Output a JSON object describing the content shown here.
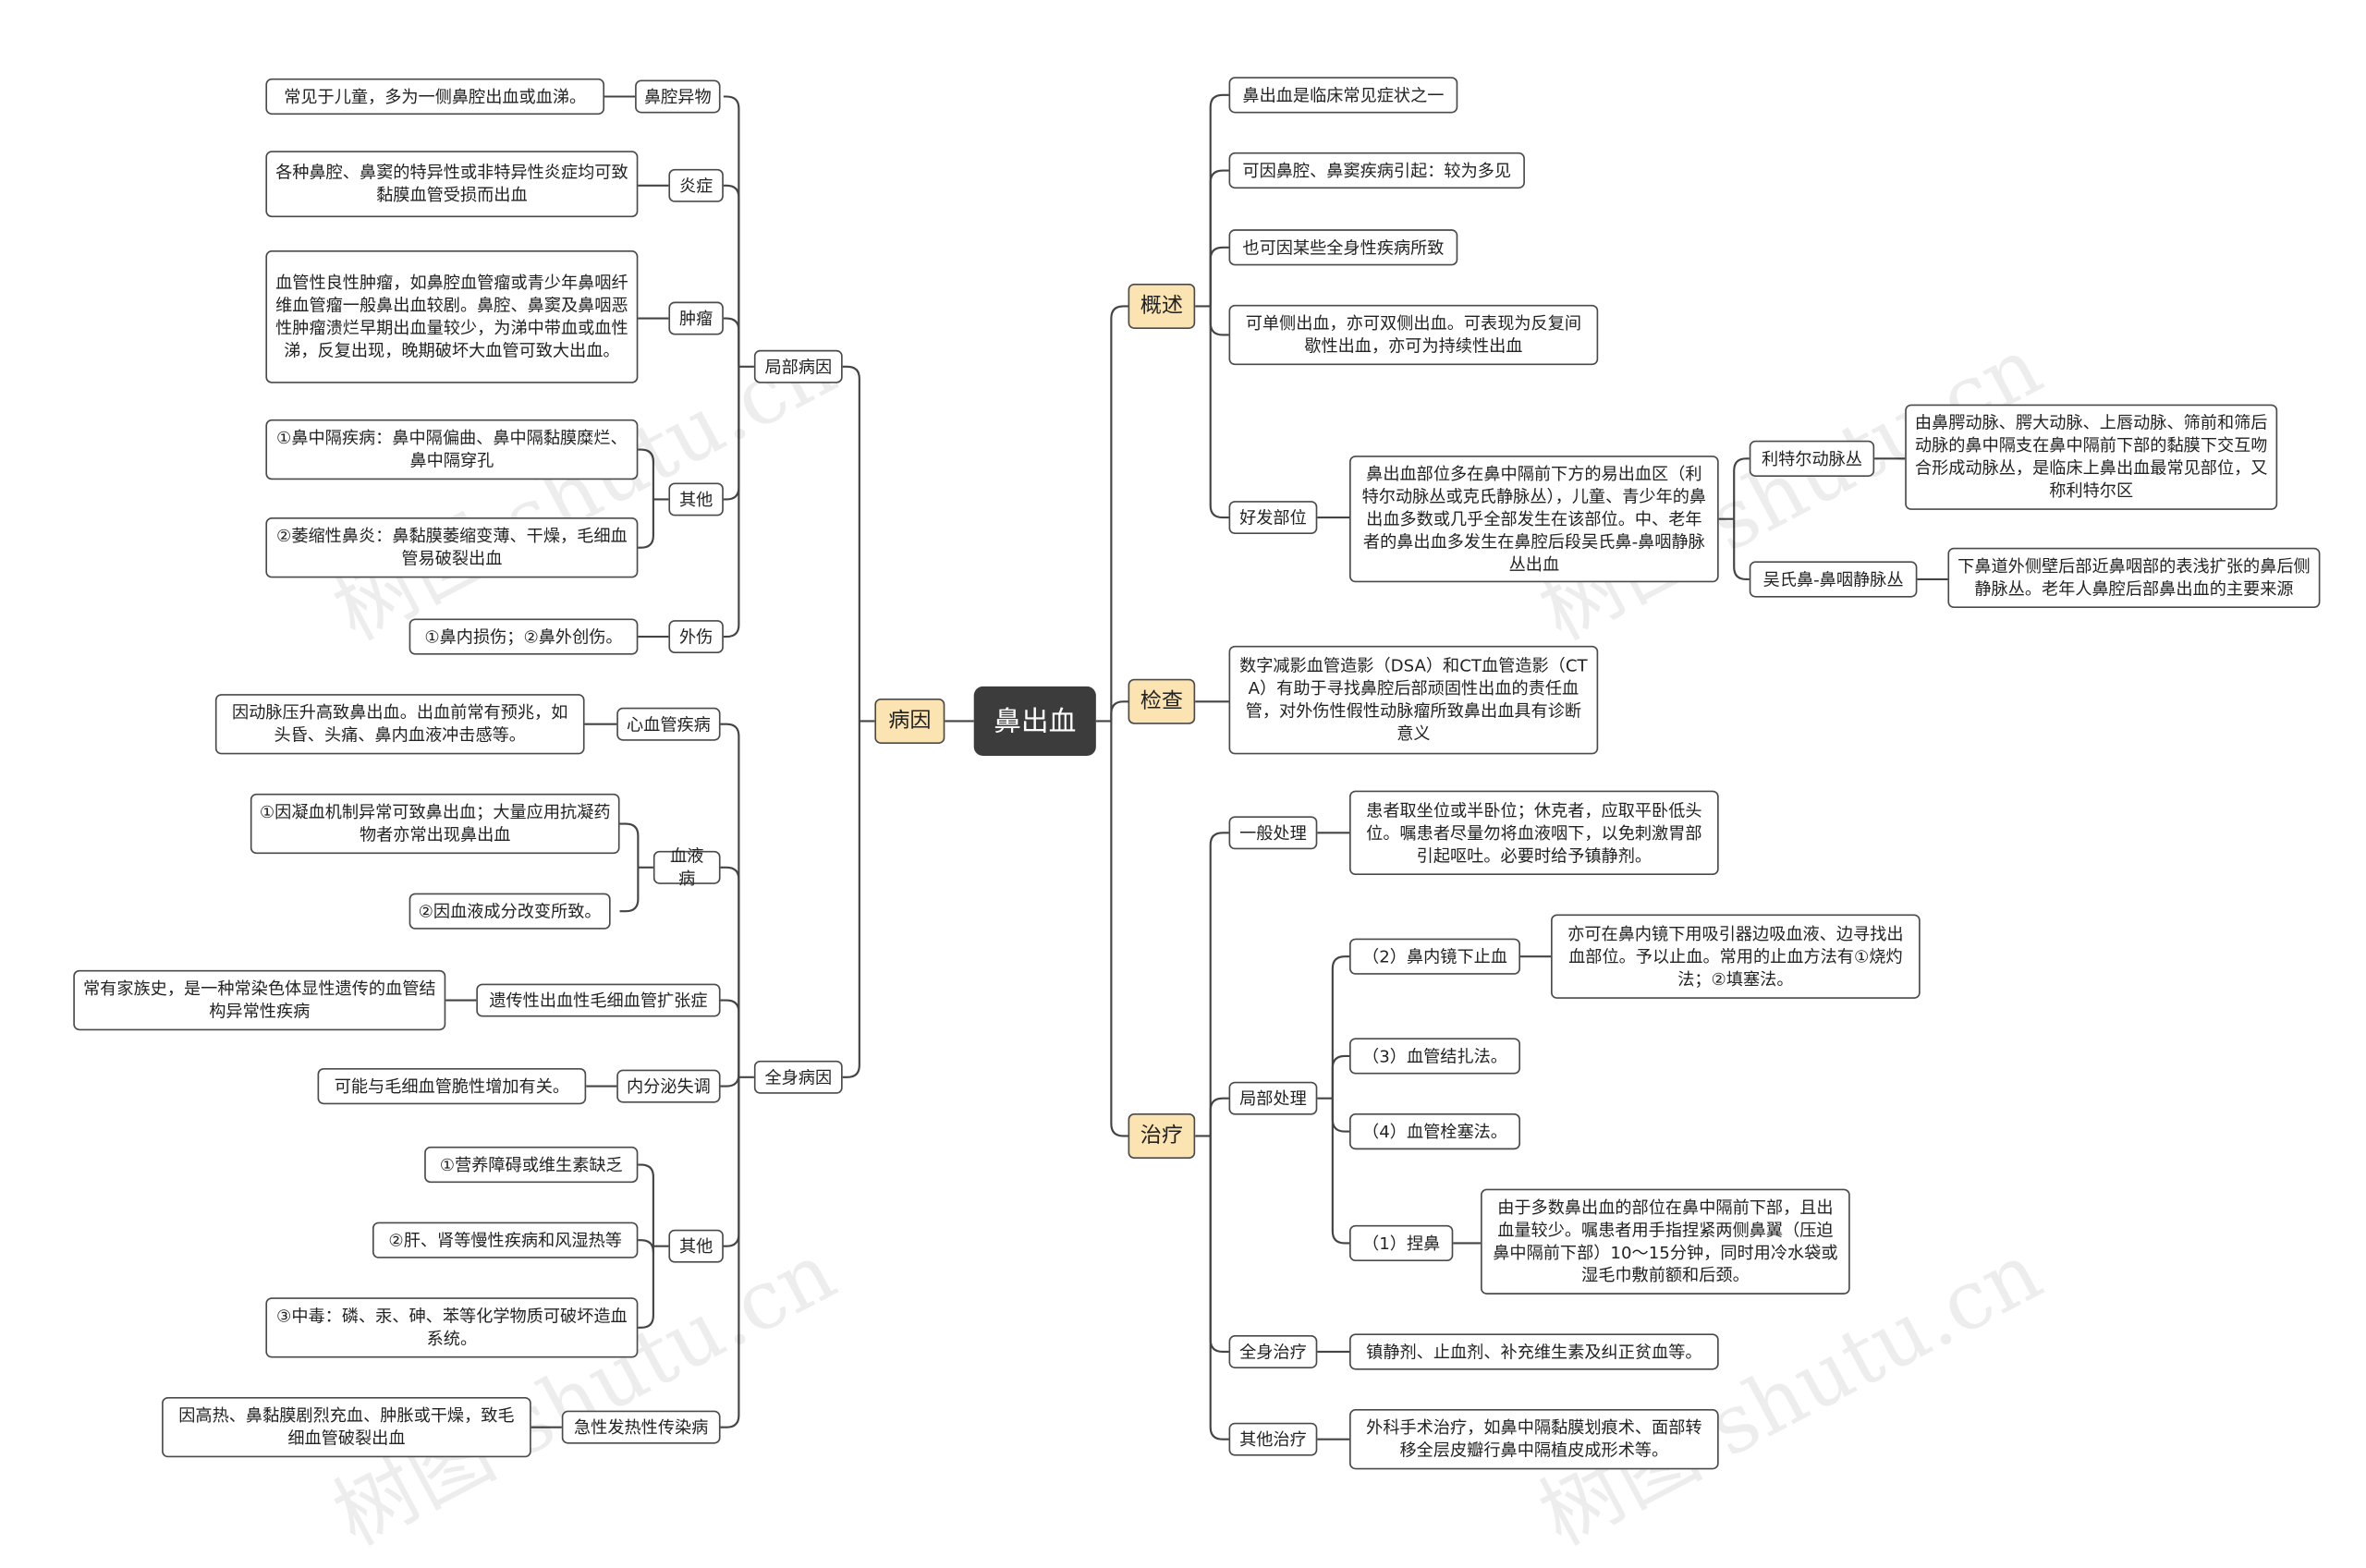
{
  "root": "鼻出血",
  "branches": {
    "bingyin": "病因",
    "gaishu": "概述",
    "jiancha": "检查",
    "zhiliao": "治疗"
  },
  "jubu": {
    "label": "局部病因",
    "bqyw": {
      "label": "鼻腔异物",
      "detail": "常见于儿童，多为一侧鼻腔出血或血涕。"
    },
    "yanzheng": {
      "label": "炎症",
      "detail": "各种鼻腔、鼻窦的特异性或非特异性炎症均可致黏膜血管受损而出血"
    },
    "zhongliu": {
      "label": "肿瘤",
      "detail": "血管性良性肿瘤，如鼻腔血管瘤或青少年鼻咽纤维血管瘤一般鼻出血较剧。鼻腔、鼻窦及鼻咽恶性肿瘤溃烂早期出血量较少，为涕中带血或血性涕，反复出现，晚期破坏大血管可致大出血。"
    },
    "qita": {
      "label": "其他",
      "items": [
        "①鼻中隔疾病：鼻中隔偏曲、鼻中隔黏膜糜烂、鼻中隔穿孔",
        "②萎缩性鼻炎：鼻黏膜萎缩变薄、干燥，毛细血管易破裂出血"
      ]
    },
    "waishang": {
      "label": "外伤",
      "detail": "①鼻内损伤；②鼻外创伤。"
    }
  },
  "quanshen": {
    "label": "全身病因",
    "xxg": {
      "label": "心血管疾病",
      "detail": "因动脉压升高致鼻出血。出血前常有预兆，如头昏、头痛、鼻内血液冲击感等。"
    },
    "xuey": {
      "label": "血液病",
      "items": [
        "①因凝血机制异常可致鼻出血；大量应用抗凝药物者亦常出现鼻出血",
        "②因血液成分改变所致。"
      ]
    },
    "ycx": {
      "label": "遗传性出血性毛细血管扩张症",
      "detail": "常有家族史，是一种常染色体显性遗传的血管结构异常性疾病"
    },
    "nfm": {
      "label": "内分泌失调",
      "detail": "可能与毛细血管脆性增加有关。"
    },
    "qita": {
      "label": "其他",
      "items": [
        "①营养障碍或维生素缺乏",
        "②肝、肾等慢性疾病和风湿热等",
        "③中毒：磷、汞、砷、苯等化学物质可破坏造血系统。"
      ]
    },
    "jixing": {
      "label": "急性发热性传染病",
      "detail": "因高热、鼻黏膜剧烈充血、肿胀或干燥，致毛细血管破裂出血"
    }
  },
  "gaishu_items": {
    "a": "鼻出血是临床常见症状之一",
    "b": "可因鼻腔、鼻窦疾病引起：较为多见",
    "c": "也可因某些全身性疾病所致",
    "d": "可单侧出血，亦可双侧出血。可表现为反复间歇性出血，亦可为持续性出血",
    "haofa": {
      "label": "好发部位",
      "detail": "鼻出血部位多在鼻中隔前下方的易出血区（利特尔动脉丛或克氏静脉丛），儿童、青少年的鼻出血多数或几乎全部发生在该部位。中、老年者的鼻出血多发生在鼻腔后段吴氏鼻-鼻咽静脉丛出血",
      "lt": {
        "label": "利特尔动脉丛",
        "detail": "由鼻腭动脉、腭大动脉、上唇动脉、筛前和筛后动脉的鼻中隔支在鼻中隔前下部的黏膜下交互吻合形成动脉丛，是临床上鼻出血最常见部位，又称利特尔区"
      },
      "ws": {
        "label": "吴氏鼻-鼻咽静脉丛",
        "detail": "下鼻道外侧壁后部近鼻咽部的表浅扩张的鼻后侧静脉丛。老年人鼻腔后部鼻出血的主要来源"
      }
    }
  },
  "jiancha_detail": "数字减影血管造影（DSA）和CT血管造影（CTA）有助于寻找鼻腔后部顽固性出血的责任血管，对外伤性假性动脉瘤所致鼻出血具有诊断意义",
  "zhiliao_items": {
    "yiban": {
      "label": "一般处理",
      "detail": "患者取坐位或半卧位；休克者，应取平卧低头位。嘱患者尽量勿将血液咽下，以免刺激胃部引起呕吐。必要时给予镇静剂。"
    },
    "jubu": {
      "label": "局部处理",
      "nj": {
        "label": "（2）鼻内镜下止血",
        "detail": "亦可在鼻内镜下用吸引器边吸血液、边寻找出血部位。予以止血。常用的止血方法有①烧灼法；②填塞法。"
      },
      "jz": "（3）血管结扎法。",
      "sx": "（4）血管栓塞法。",
      "nb": {
        "label": "（1）捏鼻",
        "detail": "由于多数鼻出血的部位在鼻中隔前下部，且出血量较少。嘱患者用手指捏紧两侧鼻翼（压迫鼻中隔前下部）10～15分钟，同时用冷水袋或湿毛巾敷前额和后颈。"
      }
    },
    "quanshen": {
      "label": "全身治疗",
      "detail": "镇静剂、止血剂、补充维生素及纠正贫血等。"
    },
    "qita": {
      "label": "其他治疗",
      "detail": "外科手术治疗，如鼻中隔黏膜划痕术、面部转移全层皮瓣行鼻中隔植皮成形术等。"
    }
  },
  "watermark": "树图 shutu.cn"
}
